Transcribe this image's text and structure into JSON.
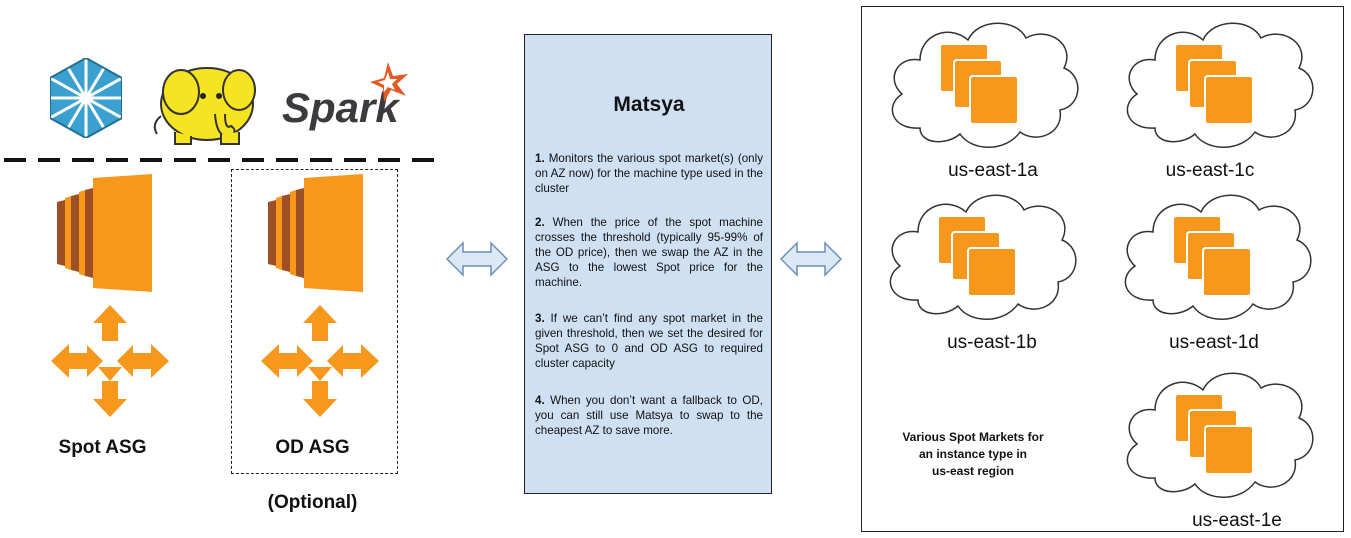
{
  "logos": {
    "hex": "hexagon-logo",
    "elephant": "hadoop-elephant-logo",
    "spark": "Spark"
  },
  "left": {
    "spot_label": "Spot ASG",
    "od_label": "OD ASG",
    "optional_label": "(Optional)"
  },
  "matsya": {
    "title": "Matsya",
    "steps": [
      {
        "num": "1.",
        "text": " Monitors the various spot market(s) (only on AZ now) for the machine type used in the cluster"
      },
      {
        "num": "2.",
        "text": " When the price of the spot machine crosses the threshold (typically 95-99% of the OD price), then we swap the AZ in the ASG to the lowest Spot price for the machine."
      },
      {
        "num": "3.",
        "text": " If we can’t find any spot market in the given threshold, then we set the desired for Spot ASG to 0 and OD ASG to required cluster capacity"
      },
      {
        "num": "4.",
        "text": " When you don’t want a fallback to OD, you can still use Matsya to swap to the cheapest AZ to save more."
      }
    ]
  },
  "region": {
    "zones": [
      "us-east-1a",
      "us-east-1c",
      "us-east-1b",
      "us-east-1d",
      "us-east-1e"
    ],
    "caption_lines": [
      "Various Spot Markets for",
      "an instance type in",
      "us-east region"
    ]
  },
  "colors": {
    "aws_orange": "#f7981d",
    "aws_dark": "#9d5025",
    "panel_blue": "#cfe0f3",
    "arrow_fill": "#dce8f5",
    "arrow_stroke": "#6b8fb7"
  }
}
